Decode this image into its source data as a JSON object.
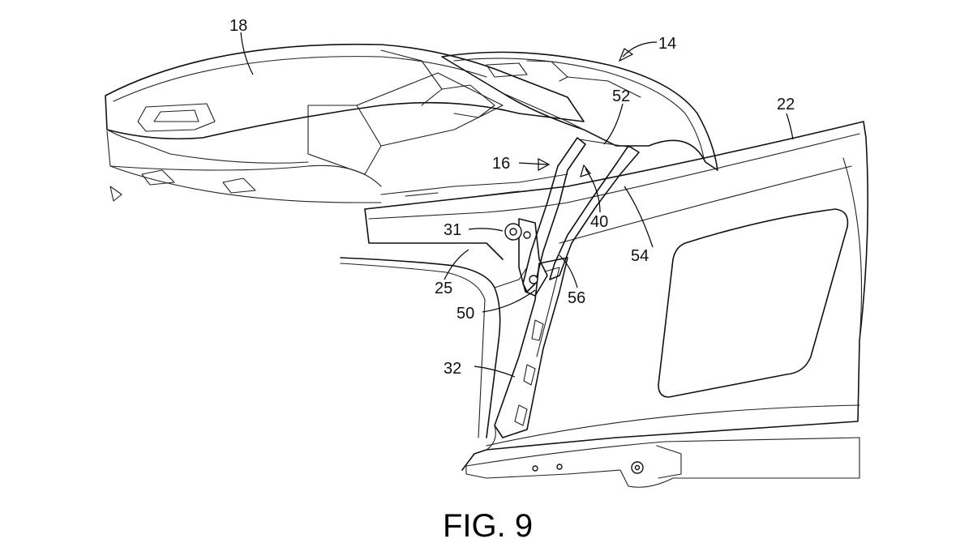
{
  "figure": {
    "caption": "FIG. 9"
  },
  "reference_numerals": {
    "n18": "18",
    "n14": "14",
    "n22": "22",
    "n52": "52",
    "n16": "16",
    "n40": "40",
    "n54": "54",
    "n31": "31",
    "n25": "25",
    "n56": "56",
    "n50": "50",
    "n32": "32"
  }
}
